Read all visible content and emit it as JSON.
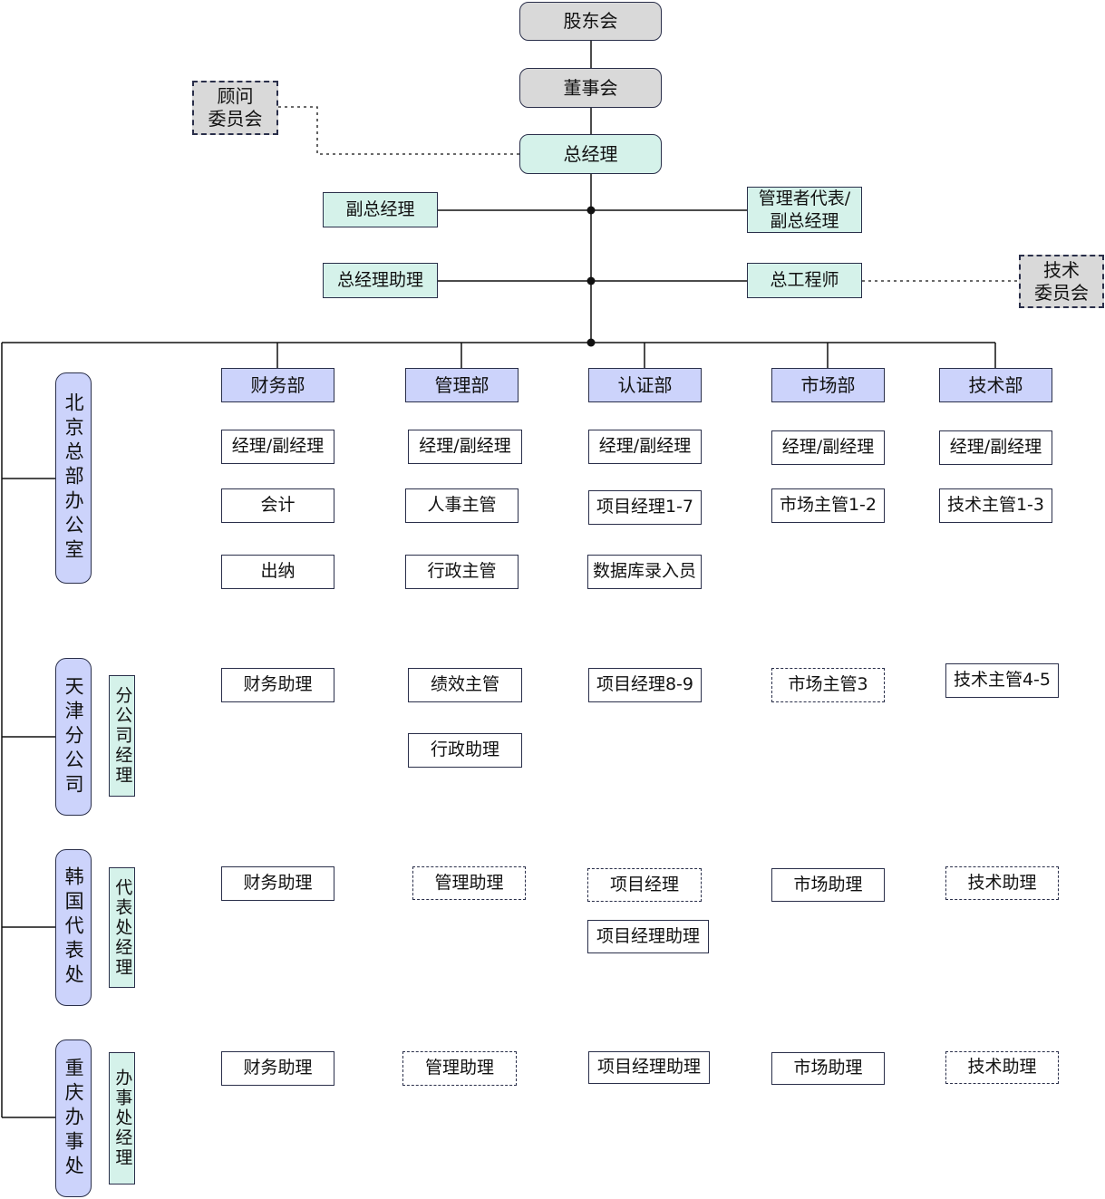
{
  "top": {
    "shareholders": "股东会",
    "board": "董事会",
    "advisory_committee": "顾问\n委员会",
    "general_manager": "总经理",
    "deputy_gm": "副总经理",
    "mgmt_rep": "管理者代表/\n副总经理",
    "gm_assistant": "总经理助理",
    "chief_engineer": "总工程师",
    "tech_committee": "技术\n委员会"
  },
  "departments": [
    "财务部",
    "管理部",
    "认证部",
    "市场部",
    "技术部"
  ],
  "offices": {
    "beijing": "北京总部办公室",
    "tianjin": "天津分公司",
    "tianjin_manager": "分公司经理",
    "korea": "韩国代表处",
    "korea_manager": "代表处经理",
    "chongqing": "重庆办事处",
    "chongqing_manager": "办事处经理"
  },
  "beijing_roles": {
    "finance": [
      "经理/副经理",
      "会计",
      "出纳"
    ],
    "admin": [
      "经理/副经理",
      "人事主管",
      "行政主管"
    ],
    "cert": [
      "经理/副经理",
      "项目经理1-7",
      "数据库录入员"
    ],
    "market": [
      "经理/副经理",
      "市场主管1-2"
    ],
    "tech": [
      "经理/副经理",
      "技术主管1-3"
    ]
  },
  "tianjin_roles": {
    "finance": "财务助理",
    "admin": [
      "绩效主管",
      "行政助理"
    ],
    "cert": "项目经理8-9",
    "market": "市场主管3",
    "tech": "技术主管4-5"
  },
  "korea_roles": {
    "finance": "财务助理",
    "admin": "管理助理",
    "cert": [
      "项目经理",
      "项目经理助理"
    ],
    "market": "市场助理",
    "tech": "技术助理"
  },
  "chongqing_roles": {
    "finance": "财务助理",
    "admin": "管理助理",
    "cert": "项目经理助理",
    "market": "市场助理",
    "tech": "技术助理"
  }
}
